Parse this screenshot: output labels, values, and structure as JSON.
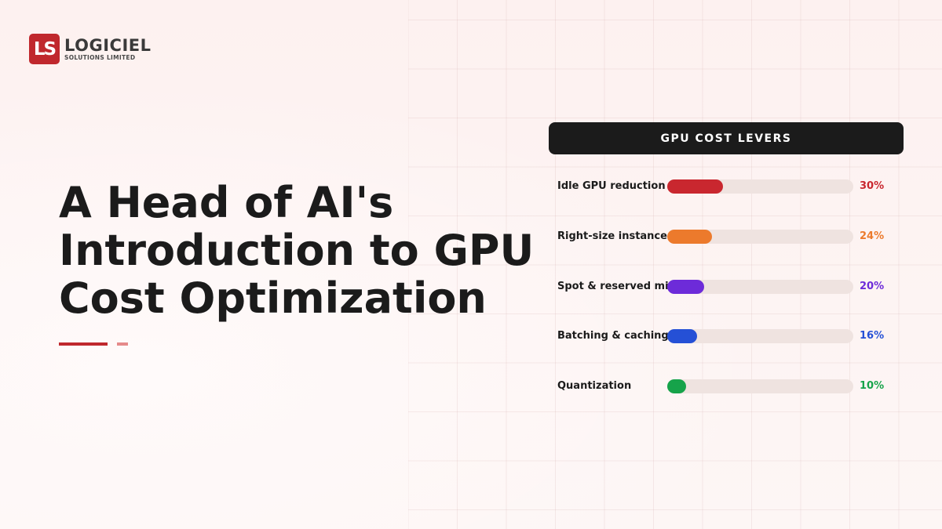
{
  "logo": {
    "mark": "LS",
    "name": "LOGICIEL",
    "sub": "SOLUTIONS LIMITED"
  },
  "title": "A Head of AI's Introduction to GPU Cost Optimization",
  "chart_data": {
    "type": "bar",
    "orientation": "horizontal",
    "title": "GPU COST LEVERS",
    "categories": [
      "Idle GPU reduction",
      "Right-size instances",
      "Spot & reserved mix",
      "Batching & caching",
      "Quantization"
    ],
    "values": [
      30,
      24,
      20,
      16,
      10
    ],
    "value_labels": [
      "30%",
      "24%",
      "20%",
      "16%",
      "10%"
    ],
    "colors": [
      "#c9272f",
      "#ec7a2c",
      "#6d2bd9",
      "#2550d6",
      "#16a34a"
    ],
    "xlim": [
      0,
      100
    ],
    "grid": false,
    "legend": "none"
  }
}
